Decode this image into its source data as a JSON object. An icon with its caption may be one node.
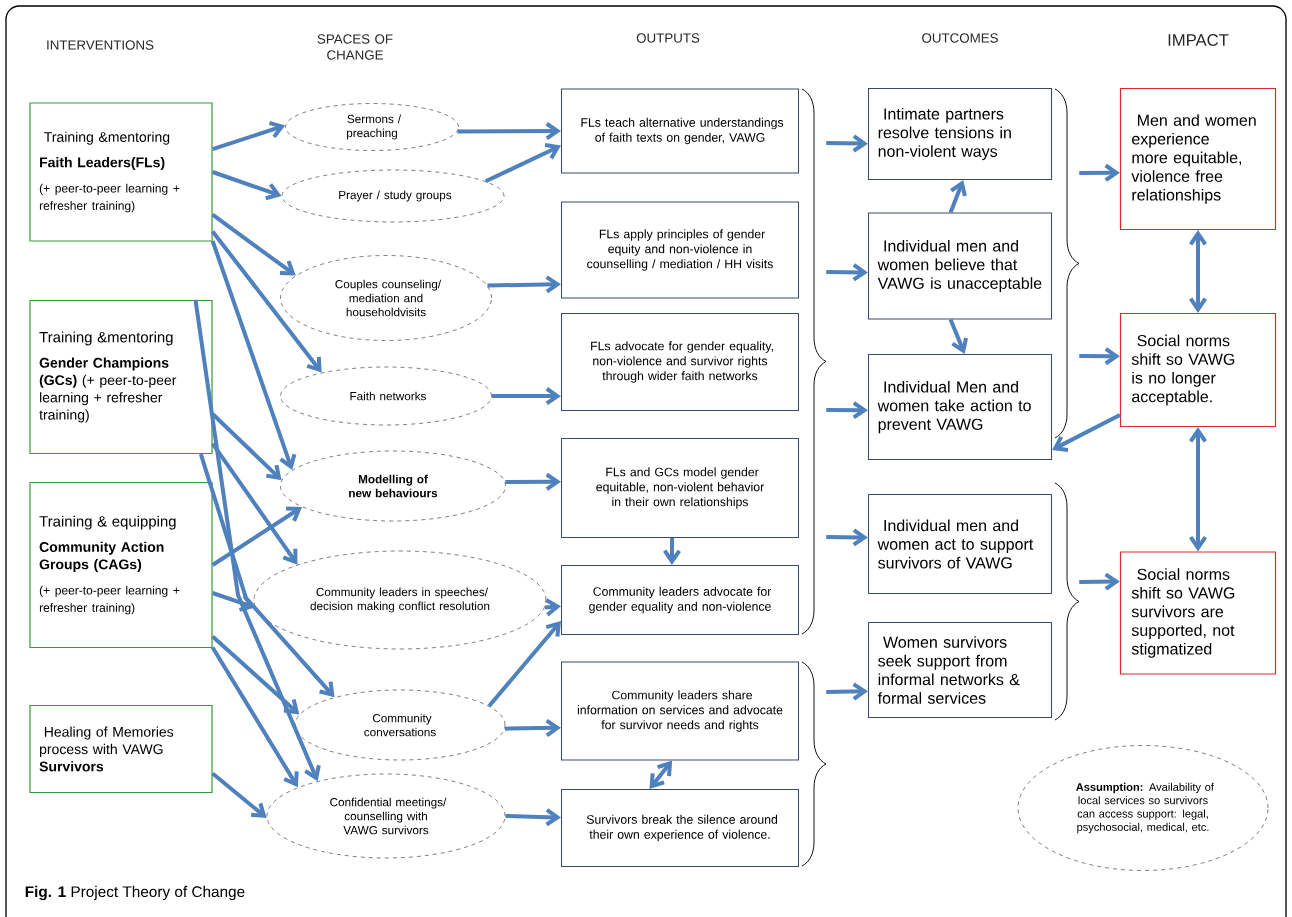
{
  "diagram": {
    "caption": "**Fig. 1** Project Theory of Change",
    "nodes": [
      {
        "text": [
          "Training &mentoring",
          "Faith Leaders(FLs)",
          "(+ peer-to-peer learning + refresher training)"
        ]
      },
      {
        "text": [
          "Training &mentoring",
          "**Gender Champions (GCs)** (+ peer-to-peer learning + refresher training)"
        ]
      },
      {
        "text": [
          "Training & equipping",
          "Community Action Groups (CAGs)",
          "(+ peer-to-peer learning + refresher training)"
        ]
      },
      {
        "text": [
          "Healing of Memories process with VAWG **Survivors**"
        ]
      },
      {
        "text": [
          "Sermons / preaching"
        ]
      },
      {
        "text": [
          "Prayer / study groups"
        ]
      },
      {
        "text": [
          "Couples counseling/ mediation and householdvisits"
        ]
      },
      {
        "text": [
          "Faith networks"
        ]
      },
      {
        "text": [
          "Modelling of new behaviours"
        ]
      },
      {
        "text": [
          "Community leaders in speeches/ decision making conflict resolution"
        ]
      },
      {
        "text": [
          "Community conversations"
        ]
      },
      {
        "text": [
          "Confidential meetings/ counselling with VAWG survivors"
        ]
      },
      {
        "text": [
          "FLs teach alternative understandings of faith texts on gender, VAWG"
        ]
      },
      {
        "text": [
          "FLs apply principles of gender equity and non-violence in counselling / mediation / HH visits"
        ]
      },
      {
        "text": [
          "FLs advocate for gender equality, non-violence and survivor rights through wider faith networks"
        ]
      },
      {
        "text": [
          "FLs and GCs model gender equitable, non-violent behavior in their own relationships"
        ]
      },
      {
        "text": [
          "Community leaders advocate for gender equality and non-violence"
        ]
      },
      {
        "text": [
          "Community leaders share information on services and advocate for survivor needs and rights"
        ]
      },
      {
        "text": [
          "Survivors break the silence around their own experience of violence."
        ]
      },
      {
        "text": [
          "Intimate partners resolve tensions in non-violent ways"
        ]
      },
      {
        "text": [
          "Individual men and women believe that VAWG is unacceptable"
        ]
      },
      {
        "text": [
          "Individual Men and women take action to prevent VAWG"
        ]
      },
      {
        "text": [
          "Individual men and women act to support survivors of VAWG"
        ]
      },
      {
        "text": [
          "Women survivors seek support from informal networks & formal services"
        ]
      },
      {
        "text": [
          "Men and women experience more equitable, violence free relationships"
        ]
      },
      {
        "text": [
          "Social norms shift so VAWG is no longer acceptable."
        ]
      },
      {
        "text": [
          "Social norms shift so VAWG survivors are supported, not stigmatized"
        ]
      },
      {
        "text": [
          "**Assumption:** Availability of local services so survivors can access support: legal, psychosocial, medical, etc."
        ]
      },
      {
        "text": [],
        "shape": "brace"
      },
      {
        "text": [],
        "shape": "brace"
      },
      {
        "text": [],
        "shape": "brace"
      },
      {
        "text": [],
        "shape": "brace"
      }
    ],
    "edges": [
      {
        "from": 0,
        "to": 4,
        "arrow": "to"
      },
      {
        "from": 0,
        "to": 5,
        "arrow": "to"
      },
      {
        "from": 0,
        "to": 6,
        "arrow": "to"
      },
      {
        "from": 0,
        "to": 7,
        "arrow": "to"
      },
      {
        "from": 0,
        "to": 8,
        "arrow": "to"
      },
      {
        "from": 1,
        "to": 11,
        "arrow": "to"
      },
      {
        "from": 1,
        "to": 8,
        "arrow": "to"
      },
      {
        "from": 1,
        "to": 9,
        "arrow": "to"
      },
      {
        "from": 1,
        "to": 10,
        "arrow": "to"
      },
      {
        "from": 2,
        "to": 8,
        "arrow": "to"
      },
      {
        "from": 2,
        "to": 9,
        "arrow": "to"
      },
      {
        "from": 2,
        "to": 10,
        "arrow": "to"
      },
      {
        "from": 2,
        "to": 11,
        "arrow": "to"
      },
      {
        "from": 3,
        "to": 11,
        "arrow": "to"
      },
      {
        "from": 4,
        "to": 12,
        "arrow": "to"
      },
      {
        "from": 5,
        "to": 12,
        "arrow": "to"
      },
      {
        "from": 6,
        "to": 13,
        "arrow": "to"
      },
      {
        "from": 7,
        "to": 14,
        "arrow": "to"
      },
      {
        "from": 8,
        "to": 15,
        "arrow": "to"
      },
      {
        "from": 9,
        "to": 16,
        "arrow": "to"
      },
      {
        "from": 10,
        "to": 16,
        "arrow": "to"
      },
      {
        "from": 10,
        "to": 17,
        "arrow": "to"
      },
      {
        "from": 11,
        "to": 18,
        "arrow": "to"
      },
      {
        "from": 15,
        "to": 16,
        "arrow": "to"
      },
      {
        "from": 17,
        "to": 18,
        "arrow": "both"
      },
      {
        "from": 28,
        "to": 19,
        "arrow": "to"
      },
      {
        "from": 28,
        "to": 20,
        "arrow": "to"
      },
      {
        "from": 28,
        "to": 21,
        "arrow": "to"
      },
      {
        "from": 28,
        "to": 22,
        "arrow": "to"
      },
      {
        "from": 29,
        "to": 23,
        "arrow": "to"
      },
      {
        "from": 20,
        "to": 19,
        "arrow": "to"
      },
      {
        "from": 20,
        "to": 21,
        "arrow": "to"
      },
      {
        "from": 30,
        "to": 24,
        "arrow": "to"
      },
      {
        "from": 30,
        "to": 25,
        "arrow": "to"
      },
      {
        "from": 25,
        "to": 21,
        "arrow": "to"
      },
      {
        "from": 31,
        "to": 26,
        "arrow": "to"
      },
      {
        "from": 24,
        "to": 25,
        "arrow": "both"
      },
      {
        "from": 25,
        "to": 26,
        "arrow": "both"
      }
    ],
    "labels": [
      "INTERVENTIONS",
      "SPACES OF CHANGE",
      "OUTPUTS",
      "OUTCOMES",
      "IMPACT"
    ]
  }
}
